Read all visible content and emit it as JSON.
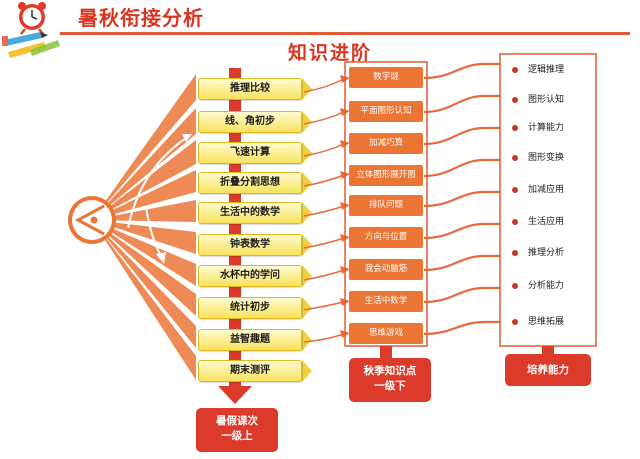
{
  "header": {
    "title": "暑秋衔接分析"
  },
  "section_title": "知识进阶",
  "lessons": [
    "推理比较",
    "线、角初步",
    "飞速计算",
    "折叠分割思想",
    "生活中的数学",
    "钟表数学",
    "水杯中的学问",
    "统计初步",
    "益智趣题",
    "期末测评"
  ],
  "knowledge_points": [
    "数字谜",
    "平面图形认知",
    "加减巧算",
    "立体图形展开图",
    "排队问题",
    "方向与位置",
    "我会动脑筋",
    "生活中数学",
    "思维游戏"
  ],
  "skills": [
    "逻辑推理",
    "图形认知",
    "计算能力",
    "图形变换",
    "加减应用",
    "生活应用",
    "推理分析",
    "分析能力",
    "思维拓展"
  ],
  "labels": {
    "summer": [
      "暑假课次",
      "一级上"
    ],
    "autumn": [
      "秋季知识点",
      "一级下"
    ],
    "ability": "培养能力"
  },
  "colors": {
    "accent": "#dc3a2a",
    "orange": "#ea7535",
    "lesson_fill": "#f7e35c"
  }
}
